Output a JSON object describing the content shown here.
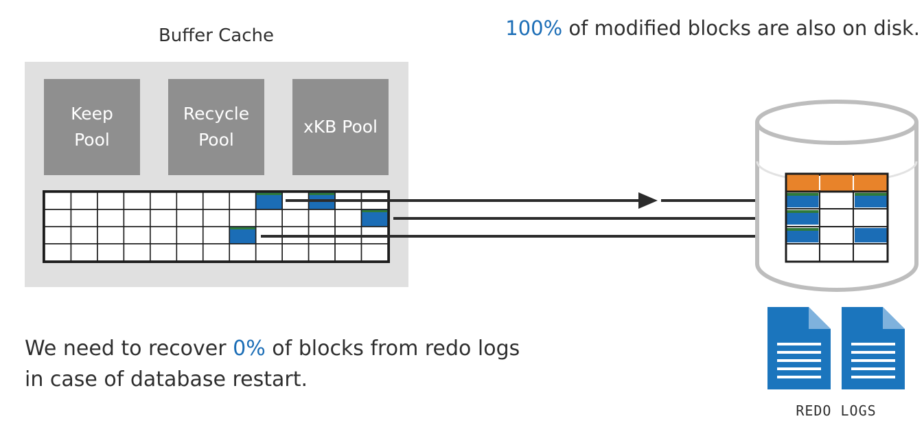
{
  "buffer_cache": {
    "title": "Buffer Cache",
    "pools": [
      {
        "label": "Keep\nPool"
      },
      {
        "label": "Recycle\nPool"
      },
      {
        "label": "xKB Pool"
      }
    ],
    "block_grid": {
      "rows": 4,
      "cols": 13,
      "modified_cells": [
        [
          0,
          8
        ],
        [
          0,
          10
        ],
        [
          1,
          12
        ],
        [
          2,
          7
        ]
      ]
    }
  },
  "headline": {
    "percent": "100%",
    "rest": " of modified blocks are also on disk."
  },
  "recovery": {
    "line1_pre": "We need to recover ",
    "percent": "0%",
    "line1_post": " of blocks from redo logs",
    "line2": "in case of database restart."
  },
  "redo_logs": {
    "label": "REDO LOGS"
  },
  "colors": {
    "accent": "#1b6db6",
    "modified_block": "#1b6db6",
    "block_stripe": "#2f7a3a",
    "header_row": "#e8832a",
    "pool_box": "#8f8f8f",
    "cache_panel": "#e0e0e0",
    "file_icon": "#1b75bd"
  },
  "icons": [
    "database-cylinder-icon",
    "document-icon",
    "arrow-right-icon"
  ]
}
